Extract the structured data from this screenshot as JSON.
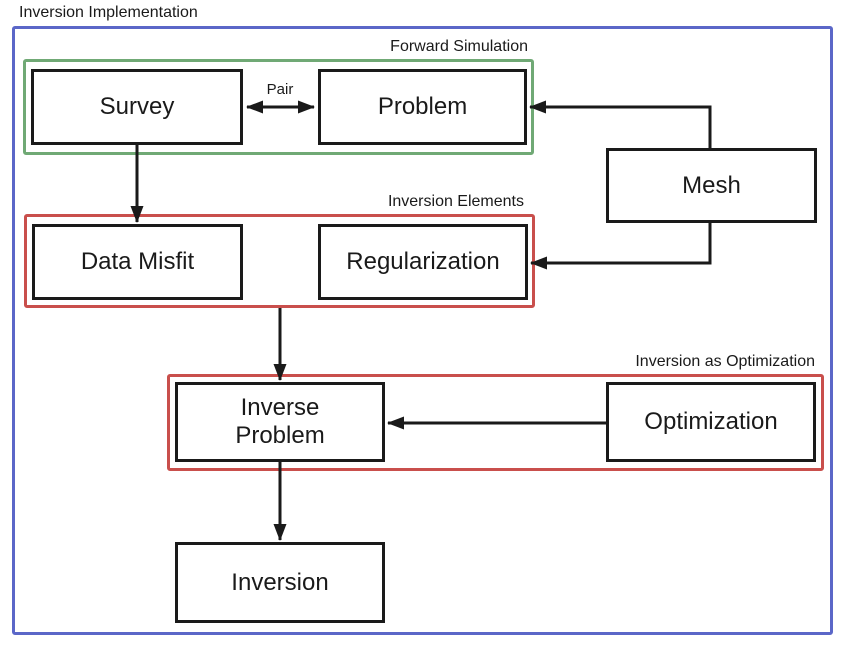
{
  "diagram": {
    "title": "Inversion Implementation",
    "outer": {
      "border_color": "#5B67C8"
    },
    "groups": {
      "forward_simulation": {
        "label": "Forward Simulation",
        "border_color": "#70A975"
      },
      "inversion_elements": {
        "label": "Inversion Elements",
        "border_color": "#C94F4C"
      },
      "inversion_as_optimization": {
        "label": "Inversion as Optimization",
        "border_color": "#C94F4C"
      }
    },
    "nodes": {
      "survey": {
        "label": "Survey",
        "group": "forward_simulation"
      },
      "problem": {
        "label": "Problem",
        "group": "forward_simulation"
      },
      "mesh": {
        "label": "Mesh"
      },
      "data_misfit": {
        "label": "Data Misfit",
        "group": "inversion_elements"
      },
      "regularization": {
        "label": "Regularization",
        "group": "inversion_elements"
      },
      "inverse_problem": {
        "label": "Inverse Problem",
        "group": "inversion_as_optimization"
      },
      "optimization": {
        "label": "Optimization",
        "group": "inversion_as_optimization"
      },
      "inversion": {
        "label": "Inversion"
      }
    },
    "edges": [
      {
        "from": "survey",
        "to": "problem",
        "label": "Pair",
        "style": "double-arrow"
      },
      {
        "from": "mesh",
        "to": "problem"
      },
      {
        "from": "mesh",
        "to": "regularization"
      },
      {
        "from": "survey",
        "to": "data_misfit"
      },
      {
        "from": "inversion_elements",
        "to": "inverse_problem"
      },
      {
        "from": "optimization",
        "to": "inverse_problem"
      },
      {
        "from": "inverse_problem",
        "to": "inversion"
      }
    ],
    "colors": {
      "background": "#ffffff",
      "node_border": "#1a1a1a",
      "arrow": "#1a1a1a",
      "text": "#1a1a1a"
    }
  }
}
